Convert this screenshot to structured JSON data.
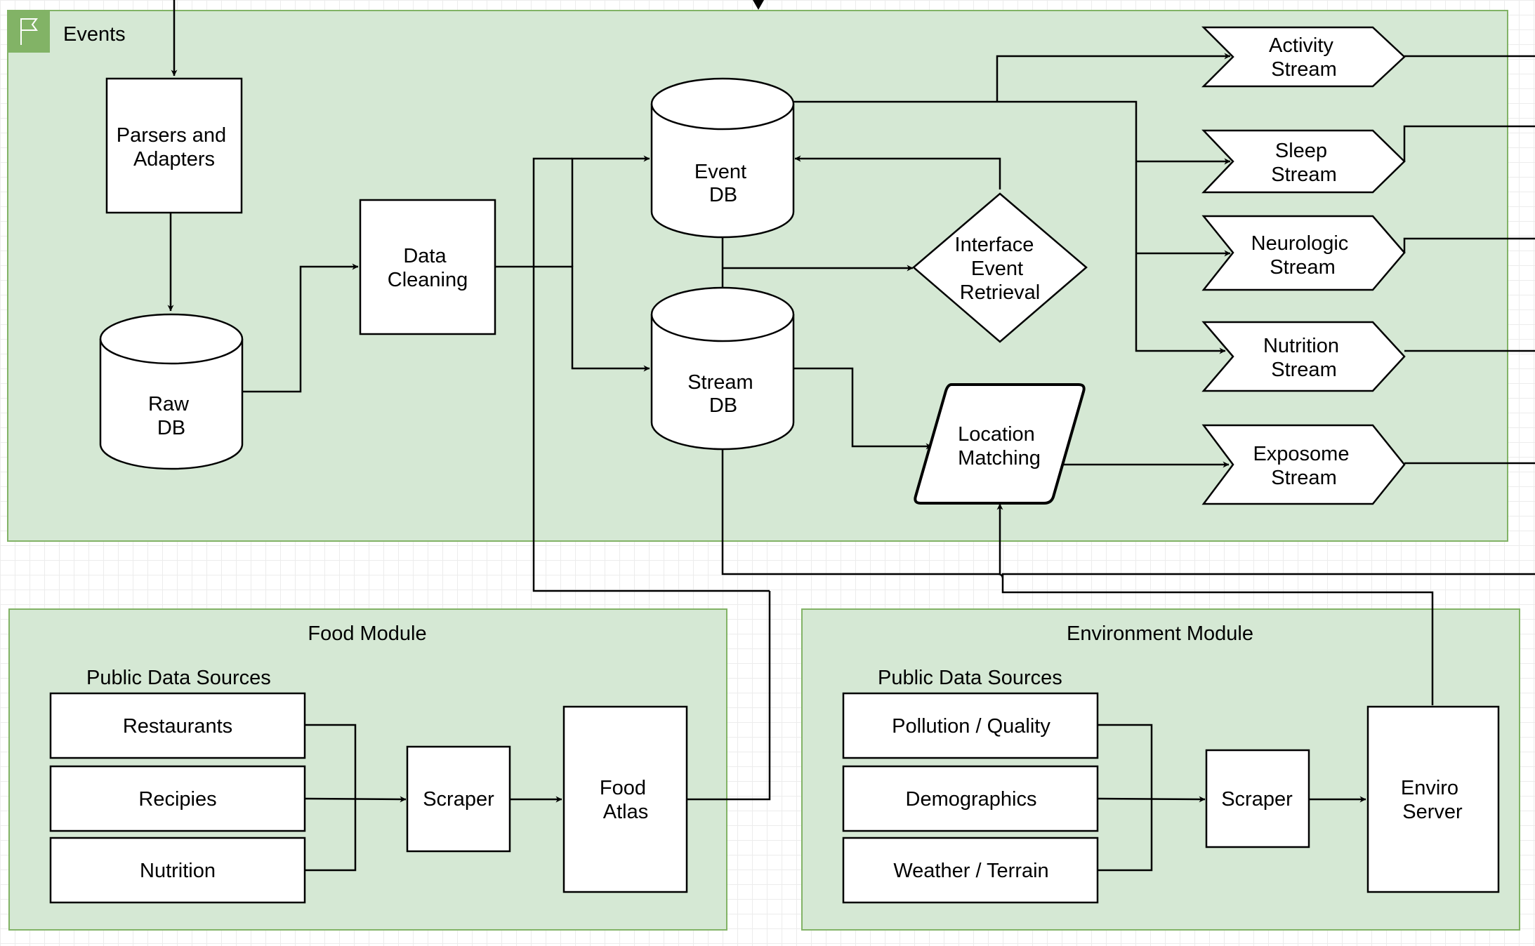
{
  "groups": {
    "events": "Events",
    "food": "Food Module",
    "environment": "Environment Module"
  },
  "subtitles": {
    "food_sources": "Public Data Sources",
    "env_sources": "Public Data Sources"
  },
  "nodes": {
    "parsers": [
      "Parsers and",
      "Adapters"
    ],
    "raw_db": [
      "Raw",
      "DB"
    ],
    "data_cleaning": [
      "Data",
      "Cleaning"
    ],
    "event_db": [
      "Event",
      "DB"
    ],
    "stream_db": [
      "Stream",
      "DB"
    ],
    "interface": [
      "Interface",
      "Event",
      "Retrieval"
    ],
    "location": [
      "Location",
      "Matching"
    ],
    "activity": [
      "Activity",
      "Stream"
    ],
    "sleep": [
      "Sleep",
      "Stream"
    ],
    "neurologic": [
      "Neurologic",
      "Stream"
    ],
    "nutrition_stream": [
      "Nutrition",
      "Stream"
    ],
    "exposome": [
      "Exposome",
      "Stream"
    ],
    "restaurants": "Restaurants",
    "recipies": "Recipies",
    "nutrition": "Nutrition",
    "food_scraper": "Scraper",
    "food_atlas": [
      "Food",
      "Atlas"
    ],
    "pollution": "Pollution / Quality",
    "demographics": "Demographics",
    "weather": "Weather / Terrain",
    "env_scraper": "Scraper",
    "enviro_server": [
      "Enviro",
      "Server"
    ]
  },
  "colors": {
    "group_fill": "#d5e8d4",
    "group_stroke": "#82b366",
    "icon_fill": "#82b366",
    "grid": "#ececec"
  }
}
